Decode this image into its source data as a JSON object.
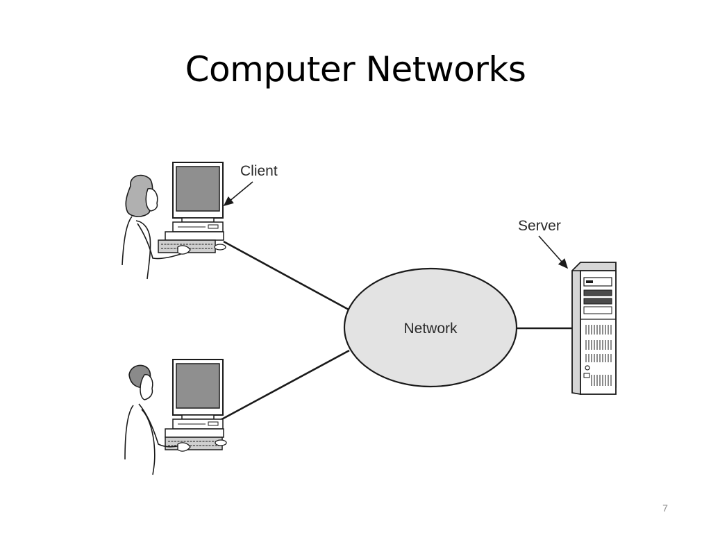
{
  "slide": {
    "title": "Computer Networks",
    "page_number": "7"
  },
  "diagram": {
    "client_label": "Client",
    "server_label": "Server",
    "network_label": "Network"
  },
  "colors": {
    "network_fill": "#e3e3e3",
    "screen_fill": "#8f8f8f",
    "outline": "#1a1a1a"
  }
}
